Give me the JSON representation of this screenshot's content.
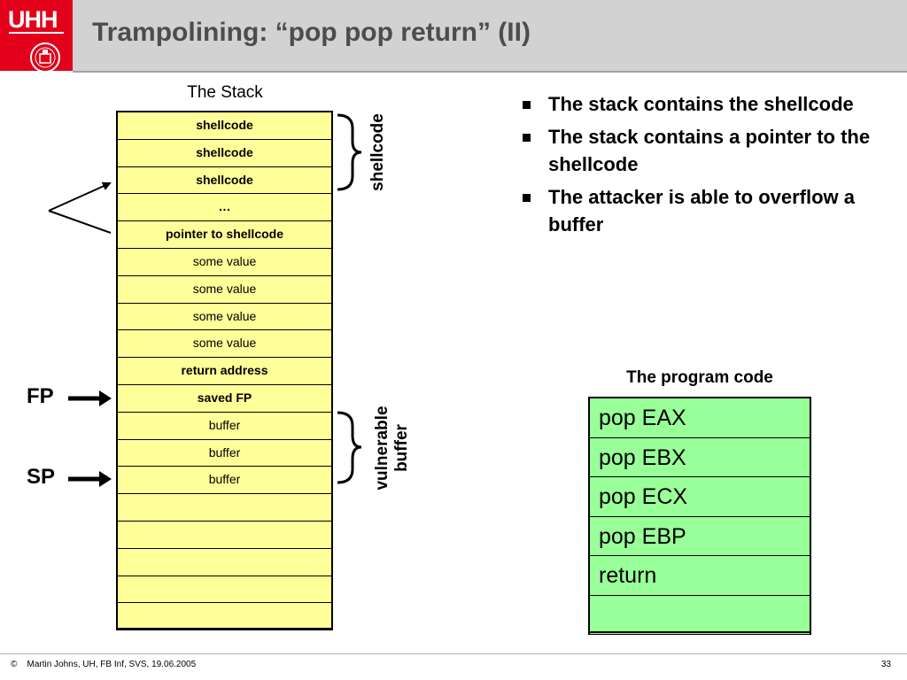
{
  "header": {
    "logo_text": "UHH",
    "title": "Trampolining: “pop pop return” (II)",
    "colors": {
      "logo_red": "#e2001a",
      "header_gray": "#d2d2d2",
      "title_gray": "#4d4d4d"
    }
  },
  "stack": {
    "title": "The Stack",
    "fill_color": "#ffff99",
    "cells": [
      {
        "label": "shellcode",
        "bold": true
      },
      {
        "label": "shellcode",
        "bold": true
      },
      {
        "label": "shellcode",
        "bold": true
      },
      {
        "label": "…",
        "bold": true
      },
      {
        "label": "pointer to shellcode",
        "bold": true
      },
      {
        "label": "some value",
        "bold": false
      },
      {
        "label": "some value",
        "bold": false
      },
      {
        "label": "some value",
        "bold": false
      },
      {
        "label": "some value",
        "bold": false
      },
      {
        "label": "return address",
        "bold": true
      },
      {
        "label": "saved FP",
        "bold": true
      },
      {
        "label": "buffer",
        "bold": false
      },
      {
        "label": "buffer",
        "bold": false
      },
      {
        "label": "buffer",
        "bold": false
      },
      {
        "label": "",
        "bold": false
      },
      {
        "label": "",
        "bold": false
      },
      {
        "label": "",
        "bold": false
      },
      {
        "label": "",
        "bold": false
      },
      {
        "label": "",
        "bold": false
      }
    ],
    "fp_label": "FP",
    "sp_label": "SP",
    "brace_shellcode_label": "shellcode",
    "brace_buffer_line1": "vulnerable",
    "brace_buffer_line2": "buffer"
  },
  "bullets": [
    "The stack contains the shellcode",
    "The stack contains a pointer to the shellcode",
    "The attacker is able to overflow a buffer"
  ],
  "program": {
    "title": "The program code",
    "fill_color": "#99ff99",
    "lines": [
      "pop EAX",
      "pop EBX",
      "pop ECX",
      "pop EBP",
      "return",
      ""
    ]
  },
  "footer": {
    "copyright_symbol": "©",
    "text": "Martin Johns, UH, FB Inf, SVS, 19.06.2005",
    "page_number": "33"
  }
}
